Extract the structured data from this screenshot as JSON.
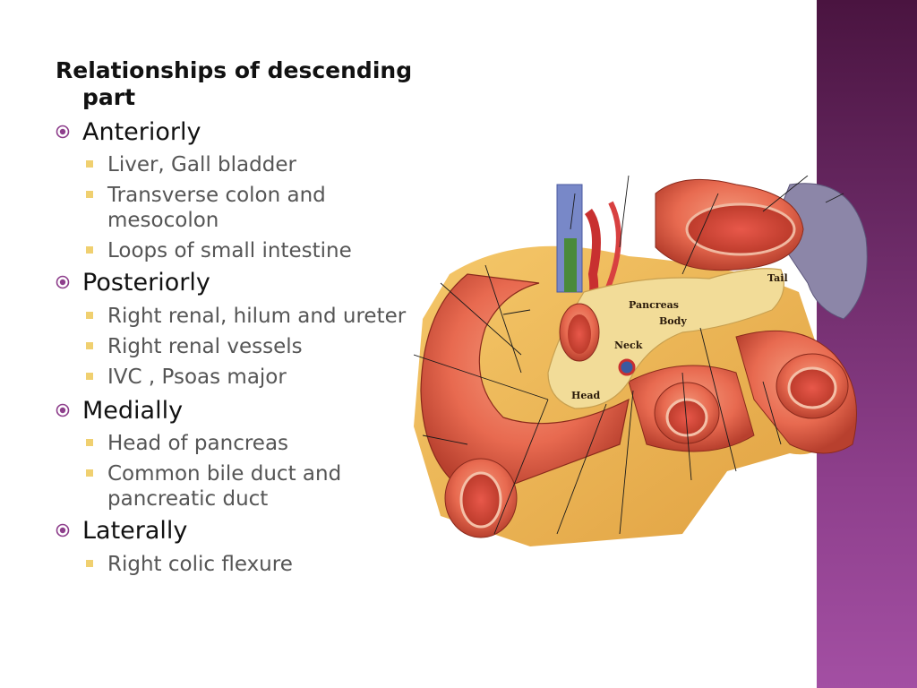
{
  "slide": {
    "title": "Relationships of  descending part",
    "sections": [
      {
        "heading": "Anteriorly",
        "items": [
          "Liver, Gall bladder",
          "Transverse colon and mesocolon",
          "Loops of small intestine"
        ]
      },
      {
        "heading": "Posteriorly",
        "items": [
          "Right renal, hilum and ureter",
          "Right renal vessels",
          "IVC , Psoas major"
        ]
      },
      {
        "heading": "Medially",
        "items": [
          "Head of pancreas",
          "Common bile duct and pancreatic duct"
        ]
      },
      {
        "heading": "Laterally",
        "items": [
          "Right colic flexure"
        ]
      }
    ]
  },
  "figure": {
    "labels": {
      "tail": "Tail",
      "pancreas": "Pancreas",
      "body": "Body",
      "neck": "Neck",
      "head": "Head"
    }
  },
  "colors": {
    "accent_band": "#7a3478",
    "bullet_square": "#f0d070",
    "bullet_ring": "#8e3f8c"
  }
}
